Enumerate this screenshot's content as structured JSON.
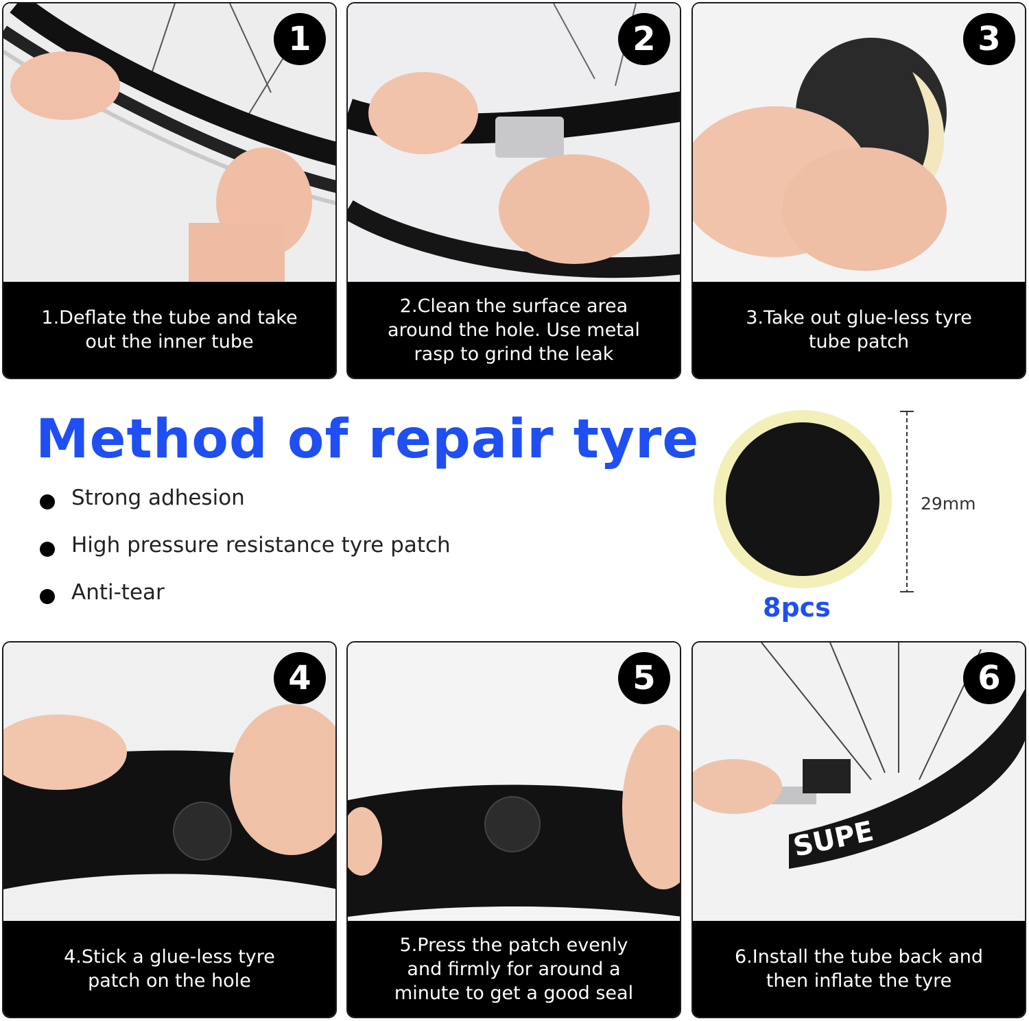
{
  "steps": [
    {
      "number": "1",
      "caption": "1.Deflate the tube and take\nout the inner tube"
    },
    {
      "number": "2",
      "caption": "2.Clean the surface area\naround the hole. Use metal\nrasp to grind the leak"
    },
    {
      "number": "3",
      "caption": "3.Take out glue-less tyre\ntube patch"
    },
    {
      "number": "4",
      "caption": "4.Stick a glue-less tyre\npatch on the hole"
    },
    {
      "number": "5",
      "caption": "5.Press the patch evenly\nand firmly for around a\nminute to get a good seal"
    },
    {
      "number": "6",
      "caption": "6.Install the tube back and\nthen inflate the tyre"
    }
  ],
  "title": "Method of repair tyre",
  "features": [
    "Strong adhesion",
    "High pressure resistance tyre patch",
    "Anti-tear"
  ],
  "patch": {
    "size_label": "29mm",
    "quantity": "8pcs"
  },
  "colors": {
    "accent": "#1f4ff2",
    "caption_bg": "#000000",
    "patch_rim": "#f2f0b8",
    "patch_center": "#141414"
  },
  "wheel_brand_text": "SUPE"
}
